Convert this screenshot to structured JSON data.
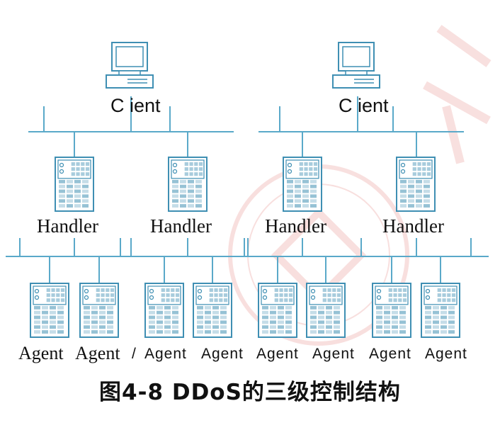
{
  "diagram": {
    "clients": [
      {
        "label": "C ient"
      },
      {
        "label": "C ient"
      }
    ],
    "handlers": [
      {
        "label": "Handler"
      },
      {
        "label": "Handler"
      },
      {
        "label": "Handler"
      },
      {
        "label": "Handler"
      }
    ],
    "agents": [
      {
        "label": "Agent"
      },
      {
        "label": "Agent"
      },
      {
        "label": "/"
      },
      {
        "label": "Agent"
      },
      {
        "label": "Agent"
      },
      {
        "label": "Agent"
      },
      {
        "label": "Agent"
      },
      {
        "label": "Agent"
      },
      {
        "label": "Agent"
      }
    ],
    "caption": "图4-8 DDoS的三级控制结构",
    "colors": {
      "line": "#5aa9c9",
      "machine": "#3f8fb3",
      "watermark": "#d9534f"
    }
  }
}
